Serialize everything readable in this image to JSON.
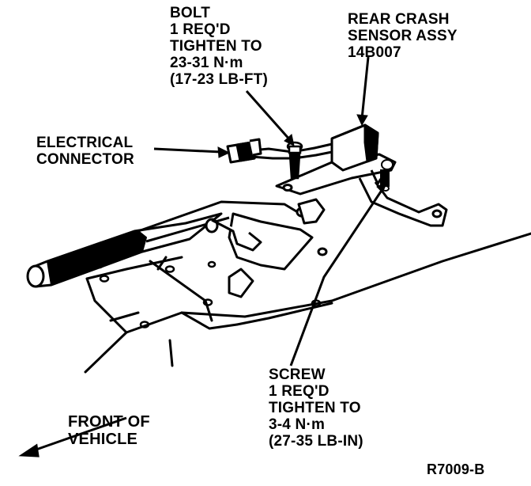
{
  "callouts": {
    "bolt": [
      "BOLT",
      "1 REQ'D",
      "TIGHTEN TO",
      "23-31 N·m",
      "(17-23 LB-FT)"
    ],
    "sensor": [
      "REAR CRASH",
      "SENSOR ASSY",
      "14B007"
    ],
    "connector": [
      "ELECTRICAL",
      "CONNECTOR"
    ],
    "screw": [
      "SCREW",
      "1 REQ'D",
      "TIGHTEN TO",
      "3-4 N·m",
      "(27-35 LB-IN)"
    ],
    "front": [
      "FRONT OF",
      "VEHICLE"
    ]
  },
  "figure_id": "R7009-B"
}
